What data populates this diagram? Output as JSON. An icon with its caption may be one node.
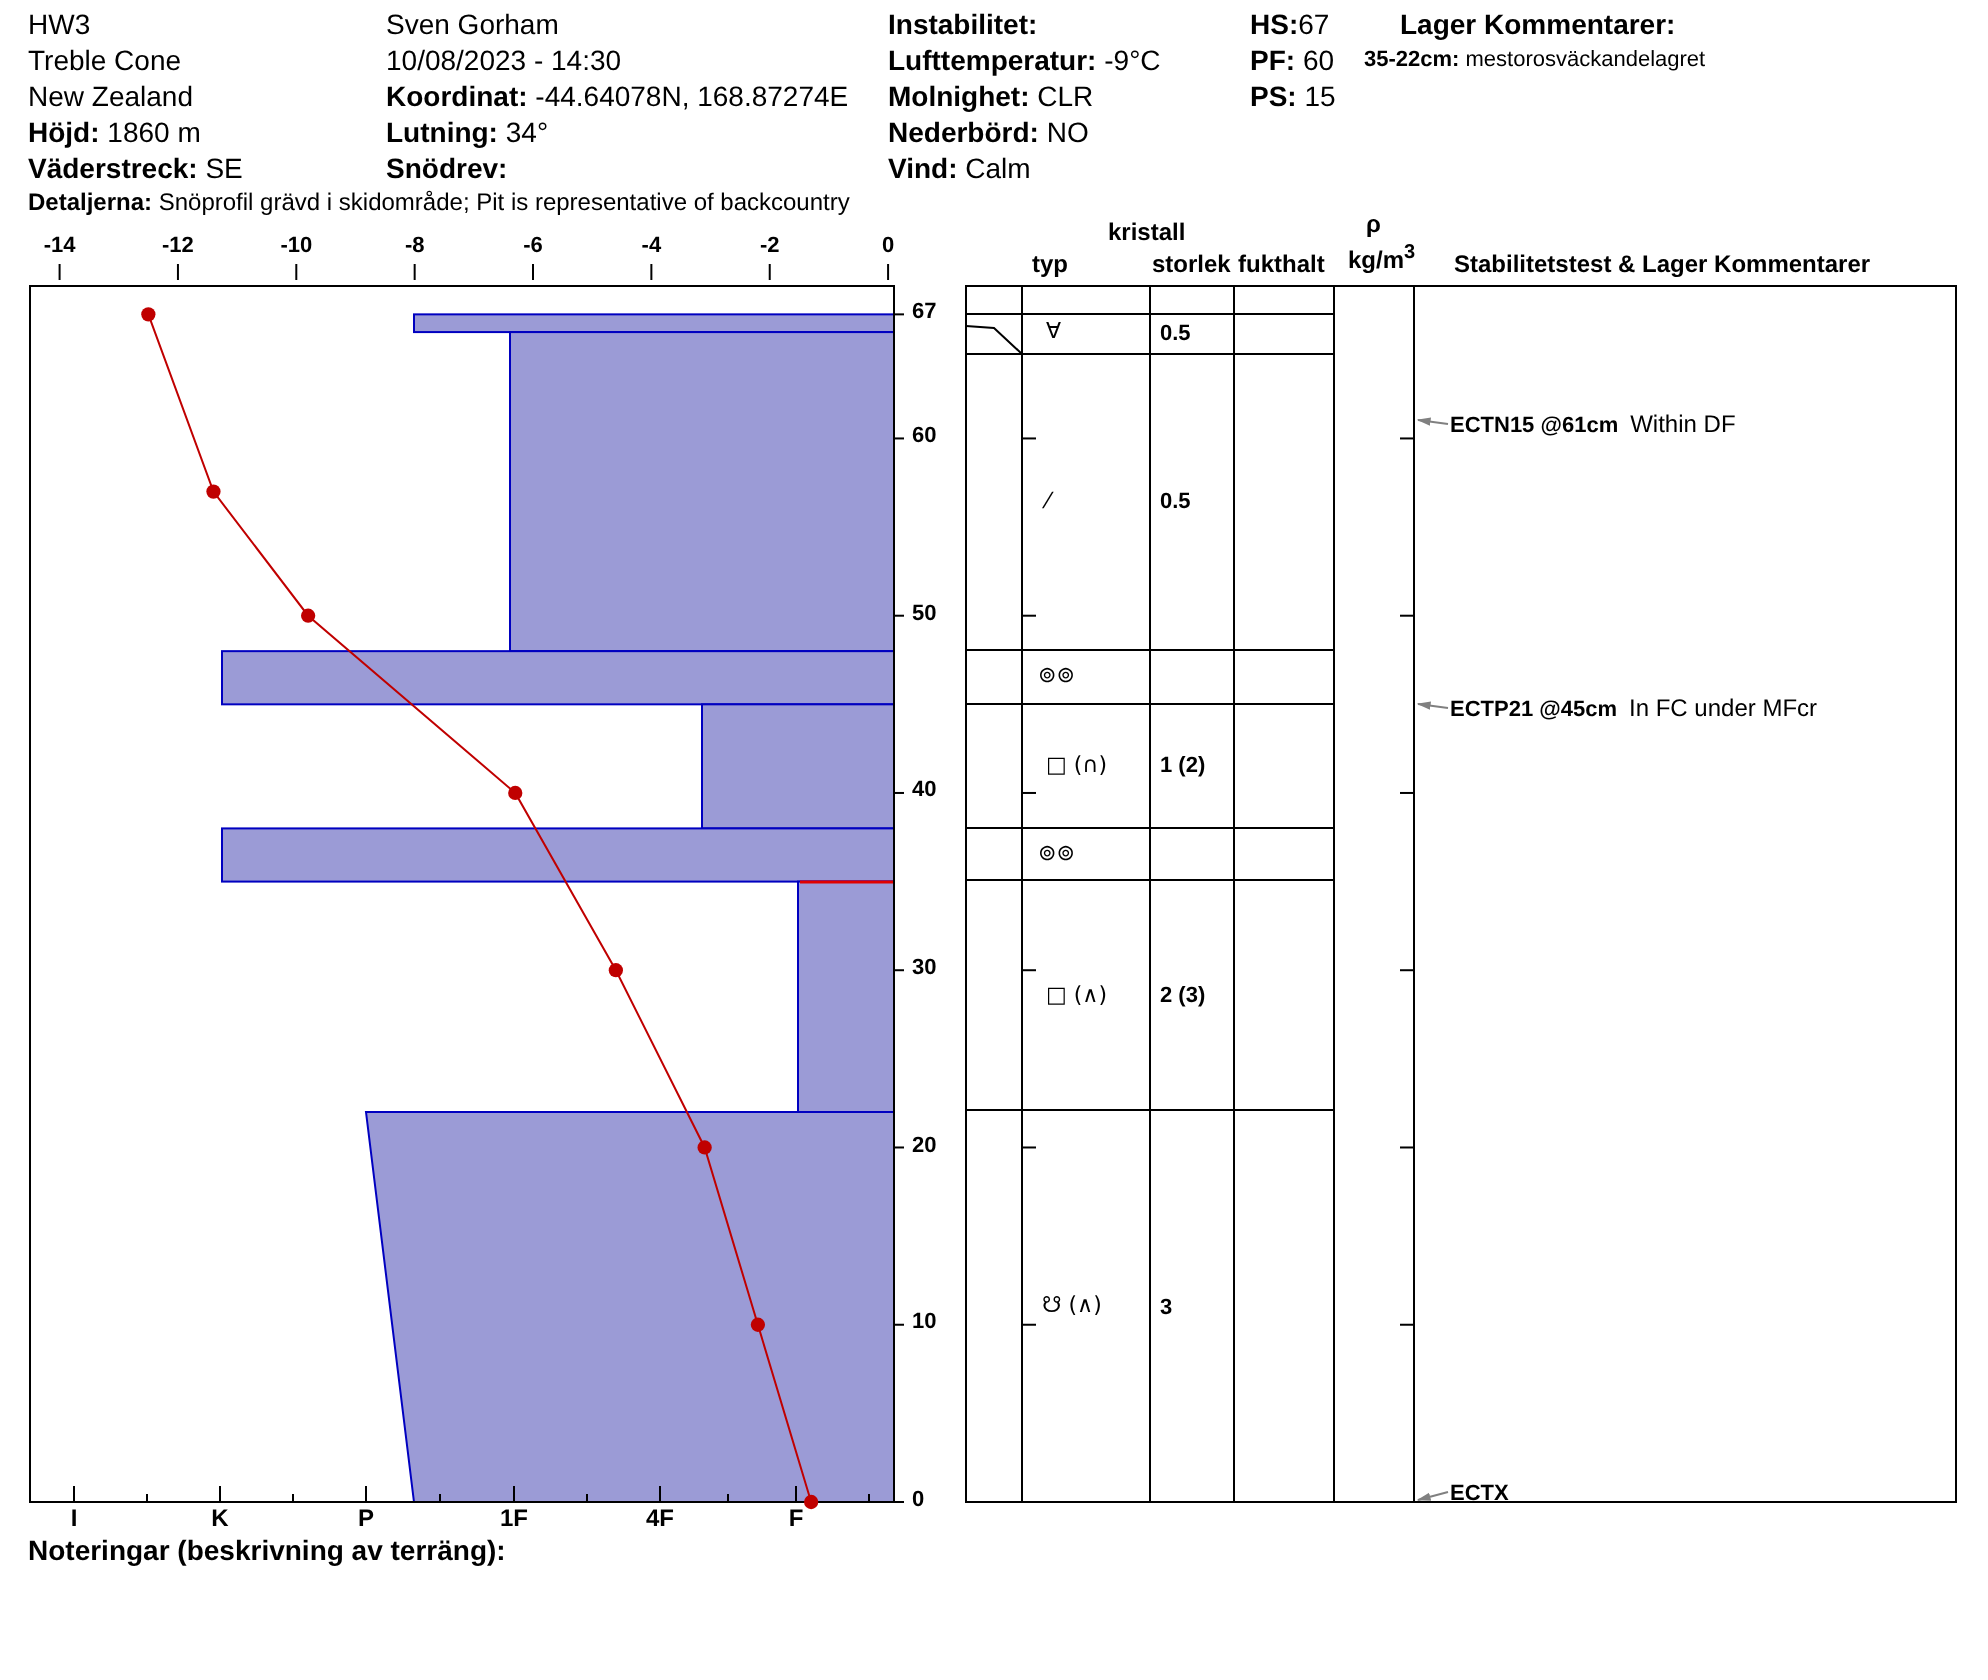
{
  "diagram": {
    "nodes": [
      {
        "text": [
          "ECTN15 @61cm",
          "Within DF"
        ]
      },
      {
        "text": [
          "ECTP21 @45cm",
          "In FC under MFcr"
        ]
      },
      {
        "text": [
          "ECTX"
        ]
      }
    ],
    "edges": [
      {
        "from": 0,
        "to": null,
        "arrow": "to"
      },
      {
        "from": 1,
        "to": null,
        "arrow": "to"
      },
      {
        "from": 2,
        "to": null,
        "arrow": "to"
      }
    ],
    "labels": [
      "HW3",
      "Sven Gorham",
      "Instabilitet:",
      "**HS:**67",
      "Lager Kommentarer:",
      "Treble Cone",
      "10/08/2023 - 14:30",
      "**Lufttemperatur:** -9°C",
      "**PF:** 60",
      "**35-22cm:** mestorosväckandelagret",
      "New Zealand",
      "**Koordinat:** -44.64078N, 168.87274E",
      "**Molnighet:** CLR",
      "**PS:** 15",
      "**Höjd:** 1860 m",
      "**Lutning:** 34°",
      "**Nederbörd:** NO",
      "**Väderstreck:** SE",
      "Snödrev:",
      "**Vind:** Calm",
      "**Detaljerna:** Snöprofil grävd i skidområde; Pit is representative of backcountry",
      "kristall",
      "typ",
      "storlek",
      "fukthalt",
      "ρ",
      "kg/m$^{3}$",
      "Stabilitetstest & Lager Kommentarer",
      "∀",
      "0.5",
      "⁄",
      "0.5",
      "⊚⊚",
      "□ (∩)",
      "1 (2)",
      "⊚⊚",
      "□ (∧)",
      "2 (3)",
      "☋ (∧)",
      "3",
      "I",
      "K",
      "P",
      "1F",
      "4F",
      "F",
      "Noteringar (beskrivning av terräng):"
    ],
    "chart_data": {
      "type": "line",
      "x": [
        -12.5,
        -11.4,
        -9.8,
        -6.3,
        -4.6,
        -3.1,
        -2.2,
        -1.3
      ],
      "series": [
        {
          "color": "#c00000",
          "marker": "circle",
          "values": [
            67,
            57,
            50,
            40,
            30,
            20,
            10,
            0
          ]
        }
      ],
      "xlim": [
        -14.5,
        0.1
      ],
      "ylim": [
        0,
        68.6
      ],
      "xticks": [
        -14,
        -12,
        -10,
        -8,
        -6,
        -4,
        -2,
        0
      ],
      "yticks": [
        0,
        10,
        20,
        30,
        40,
        50,
        60,
        67
      ]
    }
  }
}
